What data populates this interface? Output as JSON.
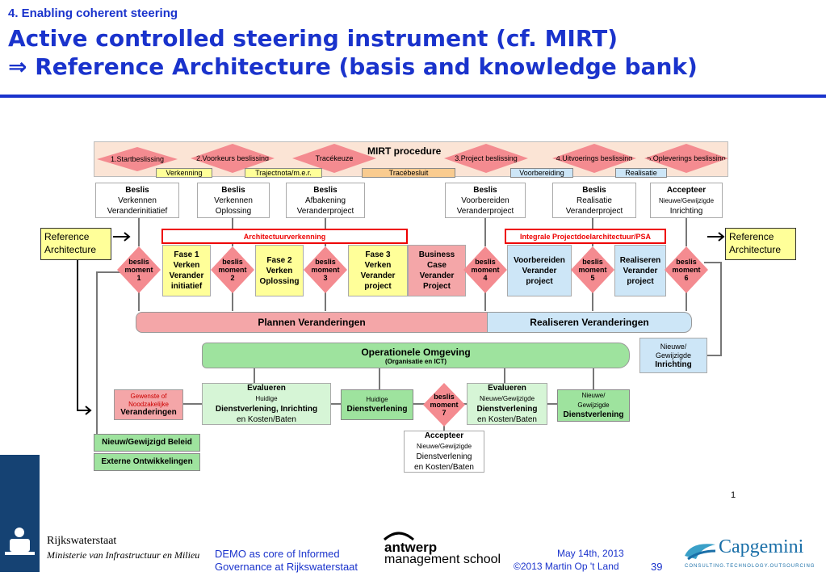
{
  "header": {
    "subtitle": "4. Enabling coherent steering",
    "title_line1": "Active controlled steering instrument (cf. MIRT)",
    "title_line2": "⇒ Reference Architecture (basis and knowledge bank)"
  },
  "mirt": {
    "title": "MIRT procedure",
    "decisions": [
      "1.Startbeslissing",
      "2.Voorkeurs beslissing",
      "Tracékeuze",
      "3.Project beslissing",
      "4.Uitvoerings beslissing",
      "5.Opleverings beslissing"
    ],
    "phases": [
      "Verkenning",
      "Trajectnota/m.e.r.",
      "Tracébesluit",
      "Voorbereiding",
      "Realisatie"
    ]
  },
  "beslis_boxes": [
    {
      "l1": "Beslis",
      "l2": "Verkennen",
      "l3": "Veranderinitiatief"
    },
    {
      "l1": "Beslis",
      "l2": "Verkennen",
      "l3": "Oplossing"
    },
    {
      "l1": "Beslis",
      "l2": "Afbakening",
      "l3": "Veranderproject"
    },
    {
      "l1": "Beslis",
      "l2": "Voorbereiden",
      "l3": "Veranderproject"
    },
    {
      "l1": "Beslis",
      "l2": "Realisatie",
      "l3": "Veranderproject"
    },
    {
      "l1": "Accepteer",
      "l2": "Nieuwe/Gewijzigde",
      "l3": "Inrichting"
    }
  ],
  "ref_left": "Reference Architecture",
  "ref_right": "Reference Architecture",
  "arch_left": "Architectuurverkenning",
  "arch_right": "Integrale Projectdoelarchitectuur/PSA",
  "moments": [
    {
      "l1": "beslis",
      "l2": "moment",
      "l3": "1"
    },
    {
      "l1": "beslis",
      "l2": "moment",
      "l3": "2"
    },
    {
      "l1": "beslis",
      "l2": "moment",
      "l3": "3"
    },
    {
      "l1": "beslis",
      "l2": "moment",
      "l3": "4"
    },
    {
      "l1": "beslis",
      "l2": "moment",
      "l3": "5"
    },
    {
      "l1": "beslis",
      "l2": "moment",
      "l3": "6"
    },
    {
      "l1": "beslis",
      "l2": "moment",
      "l3": "7"
    }
  ],
  "fases": [
    {
      "l1": "Fase 1",
      "l2": "Verken",
      "l3": "Verander",
      "l4": "initiatief"
    },
    {
      "l1": "Fase 2",
      "l2": "Verken",
      "l3": "Oplossing",
      "l4": ""
    },
    {
      "l1": "Fase 3",
      "l2": "Verken",
      "l3": "Verander",
      "l4": "project"
    },
    {
      "l1": "Business",
      "l2": "Case",
      "l3": "Verander",
      "l4": "Project"
    },
    {
      "l1": "Voorbereiden",
      "l2": "Verander",
      "l3": "project",
      "l4": ""
    },
    {
      "l1": "Realiseren",
      "l2": "Verander",
      "l3": "project",
      "l4": ""
    }
  ],
  "bars": {
    "plannen": "Plannen Veranderingen",
    "realiseren": "Realiseren Veranderingen",
    "ops_title": "Operationele Omgeving",
    "ops_sub": "(Organisatie en ICT)"
  },
  "lower": {
    "nieuwe_inrichting": {
      "l1": "Nieuwe/",
      "l2": "Gewijzigde",
      "l3": "Inrichting"
    },
    "gewenste": {
      "l1": "Gewenste of",
      "l2": "Noodzakelijke",
      "l3": "Veranderingen"
    },
    "evalueren_left": {
      "l1": "Evalueren",
      "l2": "Huidige",
      "l3": "Dienstverlening, Inrichting",
      "l4": "en Kosten/Baten"
    },
    "huidige_dv": {
      "l1": "Huidige",
      "l2": "Dienstverlening"
    },
    "evalueren_right": {
      "l1": "Evalueren",
      "l2": "Nieuwe/Gewijzigde",
      "l3": "Dienstverlening",
      "l4": "en Kosten/Baten"
    },
    "nieuwe_dv": {
      "l1": "Nieuwe/",
      "l2": "Gewijzigde",
      "l3": "Dienstverlening"
    },
    "accepteer": {
      "l1": "Accepteer",
      "l2": "Nieuwe/Gewijzigde",
      "l3": "Dienstverlening",
      "l4": "en Kosten/Baten"
    },
    "beleid": "Nieuw/Gewijzigd Beleid",
    "extern": "Externe Ontwikkelingen"
  },
  "slide_number_small": "1",
  "footer": {
    "org1": "Rijkswaterstaat",
    "org2": "Ministerie van Infrastructuur en Milieu",
    "demo1": "DEMO as core of Informed",
    "demo2": "Governance at Rijkswaterstaat",
    "school1": "antwerp",
    "school2": "management school",
    "date": "May 14th, 2013",
    "copyright": "©2013 Martin Op 't Land",
    "page": "39",
    "brand": "Capgemini",
    "brand_tag": "CONSULTING.TECHNOLOGY.OUTSOURCING"
  },
  "colors": {
    "title_blue": "#1a33cc",
    "pink": "#f4a6a8",
    "yellow": "#ffff99",
    "blue": "#cde6f7",
    "green": "#9ee39e"
  }
}
